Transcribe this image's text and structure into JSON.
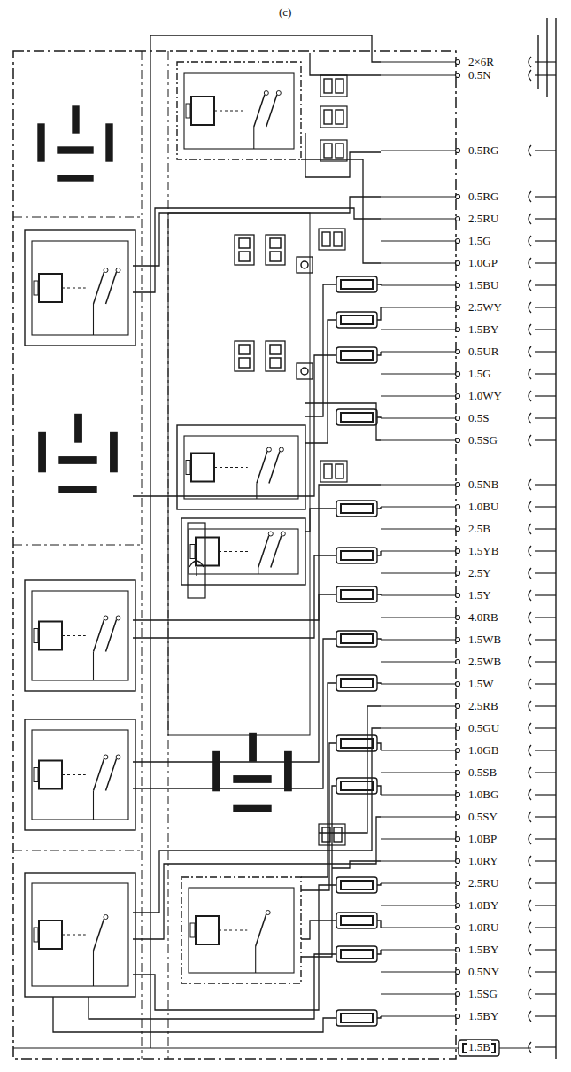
{
  "diagram": {
    "labels": [
      "(c)",
      "2×6R",
      "0.5N",
      "0.5RG",
      "0.5RG",
      "2.5RU",
      "1.5G",
      "1.0GP",
      "1.5BU",
      "2.5WY",
      "1.5BY",
      "0.5UR",
      "1.5G",
      "1.0WY",
      "0.5S",
      "0.5SG",
      "0.5NB",
      "1.0BU",
      "2.5B",
      "1.5YB",
      "2.5Y",
      "1.5Y",
      "4.0RB",
      "1.5WB",
      "2.5WB",
      "1.5W",
      "2.5RB",
      "0.5GU",
      "1.0GB",
      "0.5SB",
      "1.0BG",
      "0.5SY",
      "1.0BP",
      "1.0RY",
      "2.5RU",
      "1.0BY",
      "1.0RU",
      "1.5BY",
      "0.5NY",
      "1.5SG",
      "1.5BY",
      "1.5B"
    ]
  }
}
